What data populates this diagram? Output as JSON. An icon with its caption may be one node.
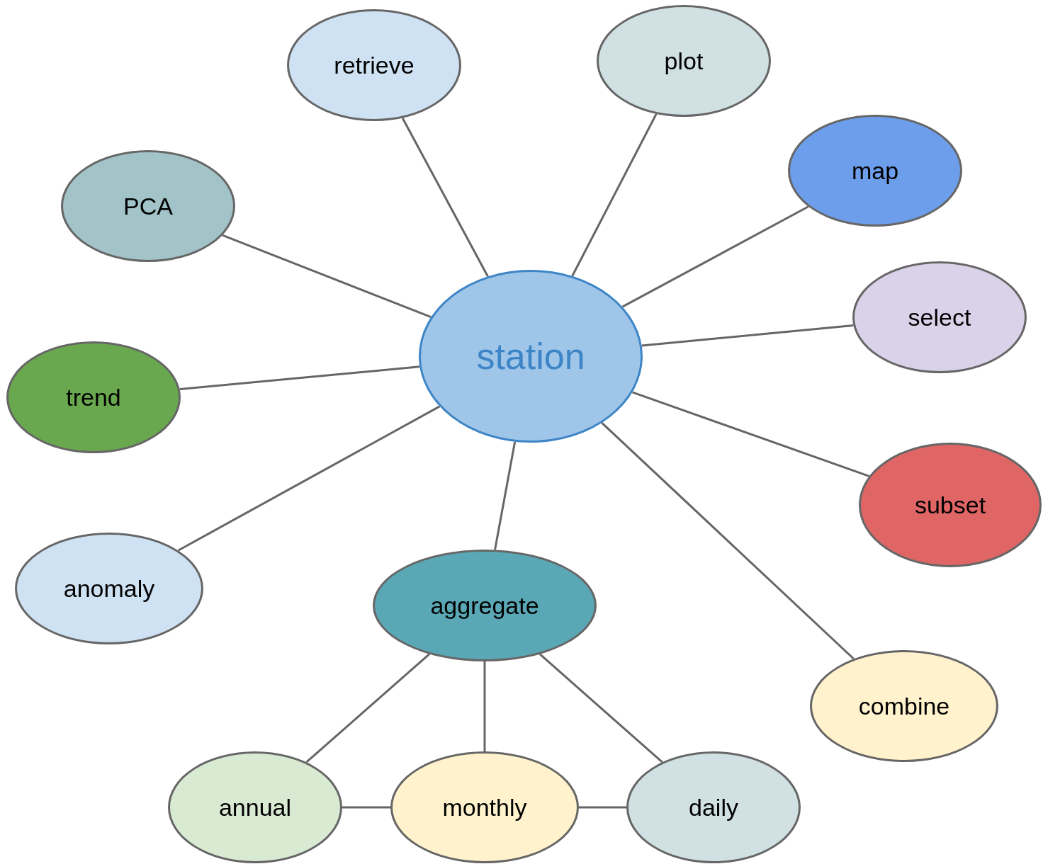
{
  "diagram": {
    "nodes": [
      {
        "text": [
          "station"
        ]
      },
      {
        "text": [
          "retrieve"
        ]
      },
      {
        "text": [
          "plot"
        ]
      },
      {
        "text": [
          "PCA"
        ]
      },
      {
        "text": [
          "map"
        ]
      },
      {
        "text": [
          "select"
        ]
      },
      {
        "text": [
          "trend"
        ]
      },
      {
        "text": [
          "subset"
        ]
      },
      {
        "text": [
          "anomaly"
        ]
      },
      {
        "text": [
          "aggregate"
        ]
      },
      {
        "text": [
          "combine"
        ]
      },
      {
        "text": [
          "annual"
        ]
      },
      {
        "text": [
          "monthly"
        ]
      },
      {
        "text": [
          "daily"
        ]
      }
    ],
    "edges": [
      {
        "from": 0,
        "to": 1,
        "arrow": "none"
      },
      {
        "from": 0,
        "to": 2,
        "arrow": "none"
      },
      {
        "from": 0,
        "to": 3,
        "arrow": "none"
      },
      {
        "from": 0,
        "to": 4,
        "arrow": "none"
      },
      {
        "from": 0,
        "to": 5,
        "arrow": "none"
      },
      {
        "from": 0,
        "to": 6,
        "arrow": "none"
      },
      {
        "from": 0,
        "to": 7,
        "arrow": "none"
      },
      {
        "from": 0,
        "to": 8,
        "arrow": "none"
      },
      {
        "from": 0,
        "to": 9,
        "arrow": "none"
      },
      {
        "from": 0,
        "to": 10,
        "arrow": "none"
      },
      {
        "from": 9,
        "to": 11,
        "arrow": "none"
      },
      {
        "from": 9,
        "to": 12,
        "arrow": "none"
      },
      {
        "from": 9,
        "to": 13,
        "arrow": "none"
      },
      {
        "from": 11,
        "to": 12,
        "arrow": "none"
      },
      {
        "from": 12,
        "to": 13,
        "arrow": "none"
      }
    ]
  }
}
